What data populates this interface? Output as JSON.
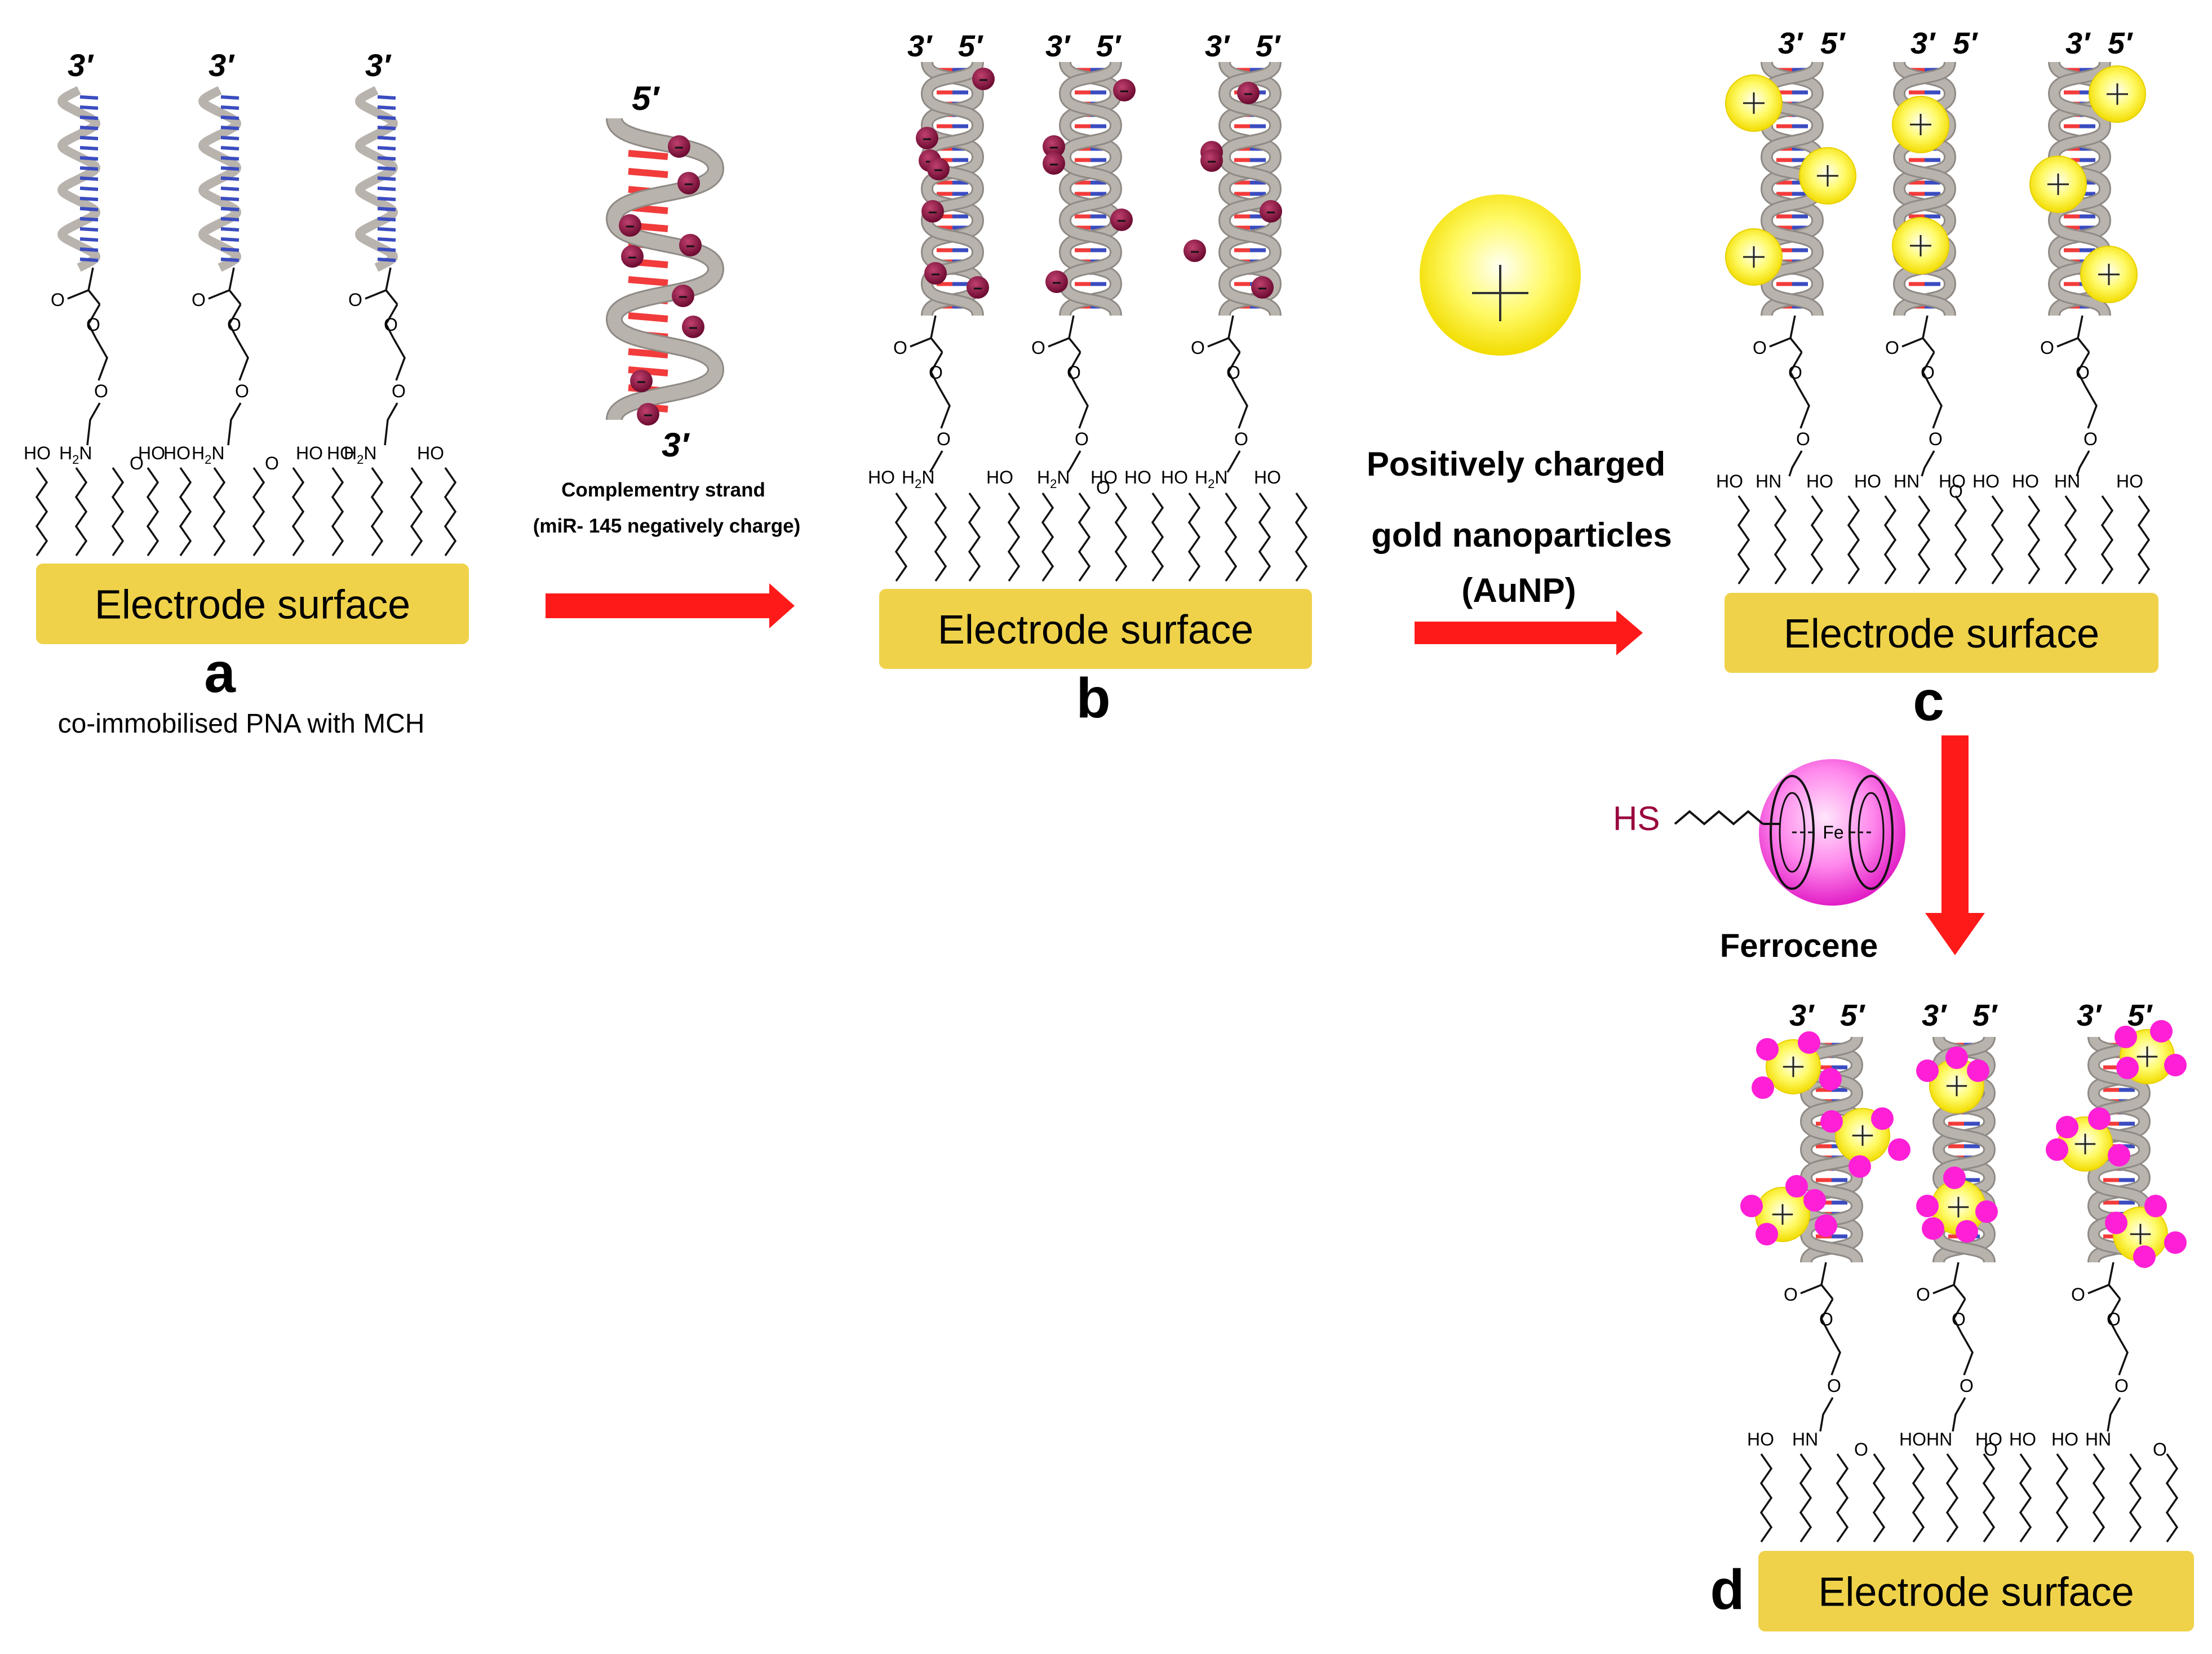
{
  "panels": {
    "a": {
      "letter": "a",
      "electrode_label": "Electrode surface",
      "caption": "co-immobilised PNA with MCH",
      "strand_end_labels": [
        "3′",
        "3′",
        "3′"
      ]
    },
    "b": {
      "letter": "b",
      "electrode_label": "Electrode surface",
      "end_labels_3": [
        "3′",
        "3′",
        "3′"
      ],
      "end_labels_5": [
        "5′",
        "5′",
        "5′"
      ]
    },
    "c": {
      "letter": "c",
      "electrode_label": "Electrode surface",
      "end_labels_3": [
        "3′",
        "3′",
        "3′"
      ],
      "end_labels_5": [
        "5′",
        "5′",
        "5′"
      ]
    },
    "d": {
      "letter": "d",
      "electrode_label": "Electrode surface",
      "end_labels_3": [
        "3′",
        "3′",
        "3′"
      ],
      "end_labels_5": [
        "5′",
        "5′",
        "5′"
      ]
    }
  },
  "target_strand": {
    "label_5": "5′",
    "label_3": "3′",
    "caption_line1": "Complementry strand",
    "caption_line2": "(miR- 145 negatively charge)"
  },
  "gold_nanoparticle": {
    "caption_line1": "Positively charged",
    "caption_line2": "gold nanoparticles",
    "caption_line3": "(AuNP)",
    "symbol": "+"
  },
  "ferrocene": {
    "name": "Ferrocene",
    "thiol": "HS",
    "metal": "Fe"
  },
  "chemistry_labels": {
    "carbonyl_o": "O",
    "ether_o": "O",
    "nitrogen": "N",
    "hydroxyl": "HO",
    "amine_ab": "H",
    "amine_sub": "2",
    "amine_cd": "HN",
    "charge_minus": "−"
  },
  "colors": {
    "electrode": "#efd24a",
    "arrow": "#ff1a1a",
    "backbone": "#b9b3ad",
    "base_red": "#f23b3b",
    "base_blue": "#3b4cc0",
    "negative_charge": "#8c1040",
    "aunp": "#fff200",
    "ferrocene_dot": "#ff1fd6",
    "thiol_text": "#99003d"
  }
}
